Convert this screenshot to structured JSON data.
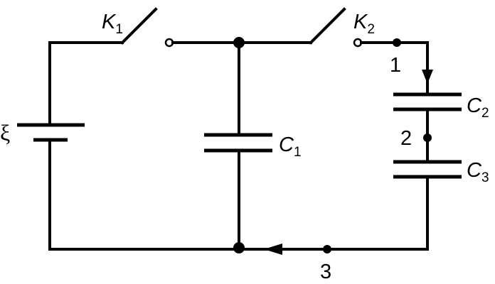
{
  "labels": {
    "emf": "ξ",
    "switch1": {
      "letter": "K",
      "sub": "1"
    },
    "switch2": {
      "letter": "K",
      "sub": "2"
    },
    "cap1": {
      "letter": "C",
      "sub": "1"
    },
    "cap2": {
      "letter": "C",
      "sub": "2"
    },
    "cap3": {
      "letter": "C",
      "sub": "3"
    },
    "point1": "1",
    "point2": "2",
    "point3": "3"
  }
}
